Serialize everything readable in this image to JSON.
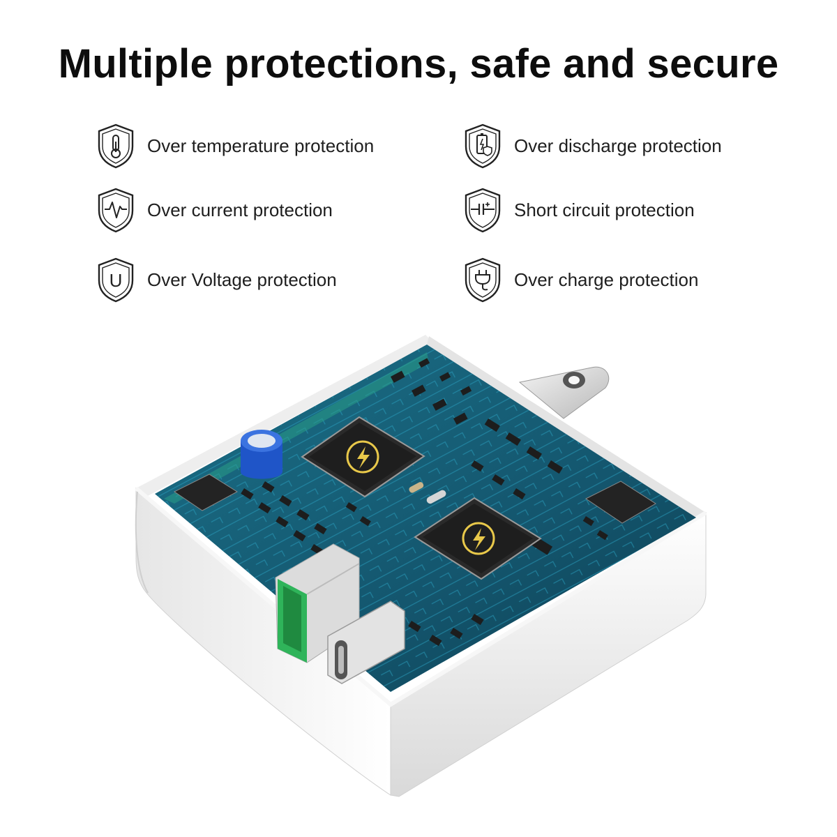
{
  "headline": "Multiple protections, safe and secure",
  "features": [
    {
      "label": "Over temperature protection",
      "icon": "thermometer-shield-icon"
    },
    {
      "label": "Over discharge protection",
      "icon": "battery-shield-icon"
    },
    {
      "label": "Over current protection",
      "icon": "waveform-shield-icon"
    },
    {
      "label": "Short circuit protection",
      "icon": "capacitor-shield-icon"
    },
    {
      "label": "Over Voltage protection",
      "icon": "voltage-u-shield-icon"
    },
    {
      "label": "Over charge protection",
      "icon": "plug-shield-icon"
    }
  ],
  "illustration": {
    "icon_u_glyph": "U",
    "colors": {
      "pcb": "#16607a",
      "pcb_dark": "#0d3f52",
      "case": "#f1f1f1",
      "chip": "#222222",
      "chip_logo": "#e8c84a",
      "usb_a_green": "#2fb45a",
      "capacitor": "#1f55c8"
    }
  }
}
